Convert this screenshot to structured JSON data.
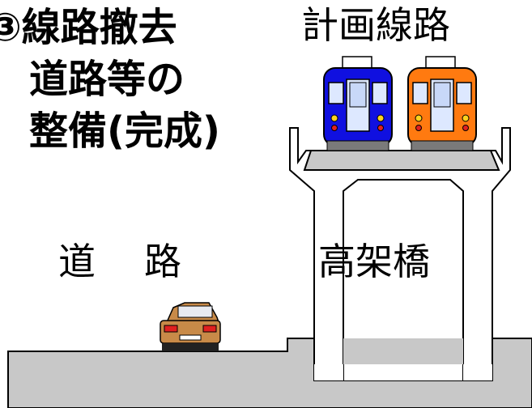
{
  "title": {
    "line1": "③線路撤去",
    "line2": "道路等の",
    "line3": "整備(完成)"
  },
  "labels": {
    "planned_line": "計画線路",
    "road_char1": "道",
    "road_char2": "路",
    "viaduct": "高架橋"
  },
  "trains": [
    {
      "name": "blue-train",
      "body_color": "#1010e0"
    },
    {
      "name": "orange-train",
      "body_color": "#ff7a10"
    }
  ],
  "colors": {
    "ground": "#c8c8c8",
    "viaduct_fill": "#ffffff",
    "deck_fill": "#c8c8c8",
    "car_body": "#c88a48",
    "taillight": "#e02020"
  }
}
